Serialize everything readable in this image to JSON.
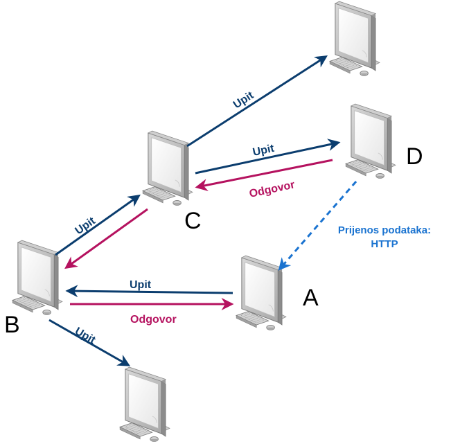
{
  "colors": {
    "request": "#0b3d6e",
    "response": "#b5125f",
    "transfer": "#1a73d0",
    "node_label": "#000000"
  },
  "nodes": [
    {
      "id": "top",
      "label": ""
    },
    {
      "id": "D",
      "label": "D"
    },
    {
      "id": "C",
      "label": "C"
    },
    {
      "id": "A",
      "label": "A"
    },
    {
      "id": "B",
      "label": "B"
    },
    {
      "id": "bottom",
      "label": ""
    }
  ],
  "edges": [
    {
      "id": "c-top-request",
      "from": "C",
      "to": "top",
      "kind": "request",
      "label": "Upit"
    },
    {
      "id": "c-d-request",
      "from": "C",
      "to": "D",
      "kind": "request",
      "label": "Upit"
    },
    {
      "id": "d-c-response",
      "from": "D",
      "to": "C",
      "kind": "response",
      "label": "Odgovor"
    },
    {
      "id": "b-c-request",
      "from": "B",
      "to": "C",
      "kind": "request",
      "label": "Upit"
    },
    {
      "id": "c-b-response",
      "from": "C",
      "to": "B",
      "kind": "response",
      "label": ""
    },
    {
      "id": "a-b-request",
      "from": "A",
      "to": "B",
      "kind": "request",
      "label": "Upit"
    },
    {
      "id": "b-a-response",
      "from": "B",
      "to": "A",
      "kind": "response",
      "label": "Odgovor"
    },
    {
      "id": "b-bottom-request",
      "from": "B",
      "to": "bottom",
      "kind": "request",
      "label": "Upit"
    },
    {
      "id": "d-a-transfer",
      "from": "D",
      "to": "A",
      "kind": "transfer",
      "label": ""
    }
  ],
  "transfer_label": {
    "line1": "Prijenos podataka:",
    "line2": "HTTP"
  }
}
